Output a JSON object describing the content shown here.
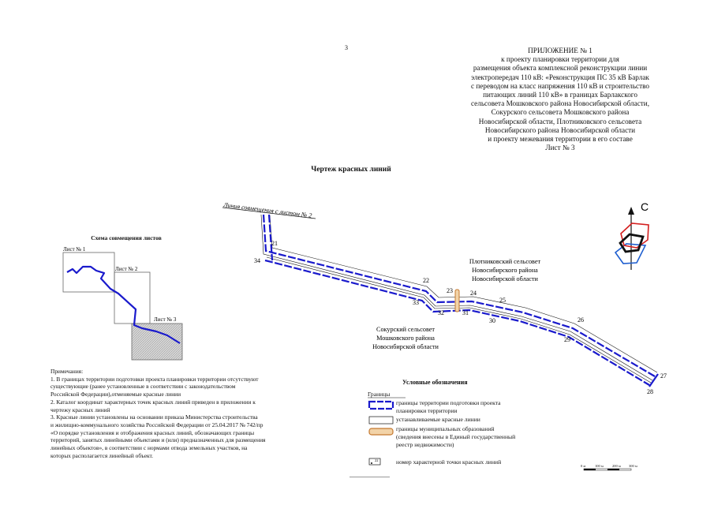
{
  "page_number": "3",
  "appendix": {
    "lines": [
      "ПРИЛОЖЕНИЕ № 1",
      "к проекту планировки  территории для",
      "размещения объекта комплексной реконструкции линии",
      "электропередач 110 кВ: «Реконструкция ПС 35 кВ Барлак",
      "с переводом на класс напряжения 110 кВ и строительство",
      "питающих линий 110 кВ» в границах Барлакского",
      "сельсовета Мошковского района Новосибирской области,",
      "Сокурского сельсовета Мошковского района",
      "Новосибирской области, Плотниковского сельсовета",
      "Новосибирского района Новосибирской области",
      "и проекту межевания территории в его составе",
      "Лист № 3"
    ]
  },
  "drawing_title": "Чертеж красных линий",
  "junction_label": "Линия совмещения с листом № 2",
  "compass_letter": "С",
  "scheme": {
    "title": "Схема совмещения листов",
    "sheet1": "Лист № 1",
    "sheet2": "Лист № 2",
    "sheet3": "Лист № 3"
  },
  "areas": {
    "plotnikovsky": [
      "Плотниковский сельсовет",
      "Новосибирского района",
      "Новосибирской области"
    ],
    "sokursky": [
      "Сокурский сельсовет",
      "Мошковского района",
      "Новосибирской области"
    ]
  },
  "points": {
    "p21": "21",
    "p22": "22",
    "p23": "23",
    "p24": "24",
    "p25": "25",
    "p26": "26",
    "p27": "27",
    "p28": "28",
    "p29": "29",
    "p30": "30",
    "p31": "31",
    "p32": "32",
    "p33": "33",
    "p34": "34"
  },
  "notes": {
    "lines": [
      "Примечания:",
      "1. В границах территории подготовки проекта планировки территории отсутствуют",
      "существующие (ранее установленные в соответствии с законодательством",
      "Российской Федерации),отменяемые красные линии",
      "2. Каталог координат характерных точек красных линий приведен в приложении к",
      "чертежу красных линий",
      "3. Красные линии установлены на основании приказа Министерства строительства",
      "и жилищно-коммунального хозяйства Российской Федерации от 25.04.2017 № 742/пр",
      "«О порядке установления и отображения красных линий, обозначающих границы",
      "территорий, занятых линейными объектами и (или) предназначенных для размещения",
      "линейных объектов», в соответствии с нормами отвода земельных участков, на",
      "которых располагается линейный объект."
    ]
  },
  "legend": {
    "title": "Условные обозначения",
    "heading": "Границы",
    "item1": [
      "границы территории подготовки проекта",
      "планировки территории"
    ],
    "item2": "устанавливаемые красные линии",
    "item3": [
      "границы муниципальных образований",
      "(сведения внесены в Единый государственный",
      "реестр недвижимости)"
    ],
    "item4": "номер характерной точки красных линий",
    "point_sample": "22"
  },
  "scale": {
    "labels": [
      "0 м",
      "100 м",
      "200 м",
      "300 м"
    ]
  },
  "colors": {
    "boundary_blue": "#1a1acc",
    "municipal_orange": "#d08a3a",
    "compass_red": "#d42020",
    "compass_blue": "#1f5fd0"
  }
}
